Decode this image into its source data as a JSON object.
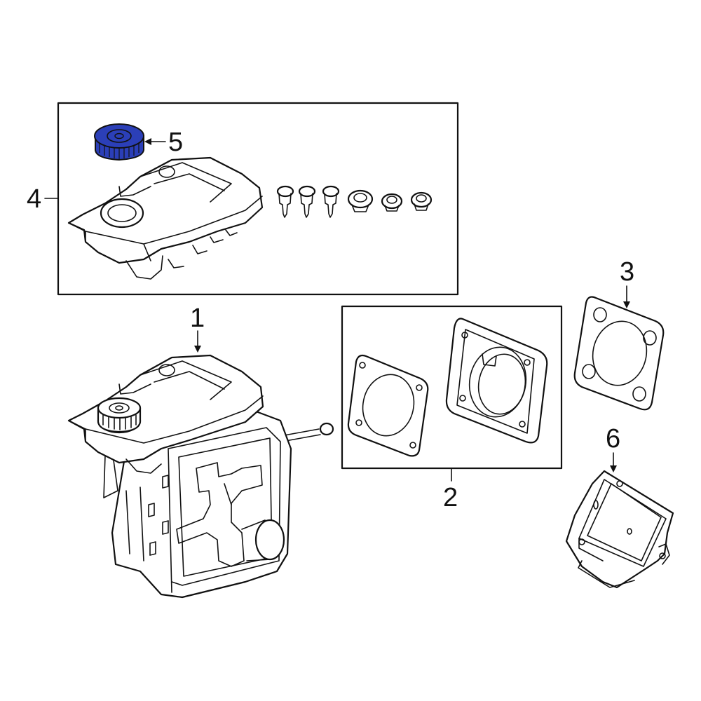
{
  "callouts": {
    "c1": "1",
    "c2": "2",
    "c3": "3",
    "c4": "4",
    "c5": "5",
    "c6": "6"
  },
  "highlight_color": "#2b3fb8",
  "icons": {
    "highlighted_part": "reservoir-cap-icon"
  }
}
